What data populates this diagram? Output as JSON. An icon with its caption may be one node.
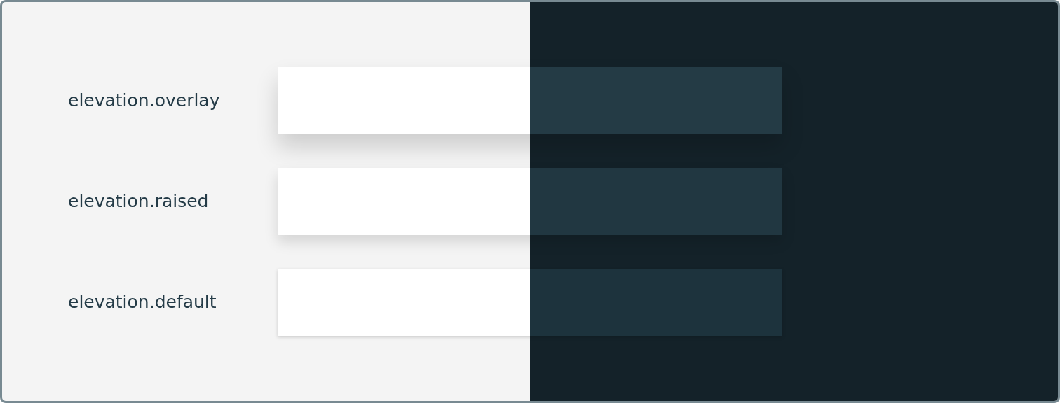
{
  "diagram": {
    "labels": [
      "elevation.overlay",
      "elevation.raised",
      "elevation.default"
    ]
  }
}
